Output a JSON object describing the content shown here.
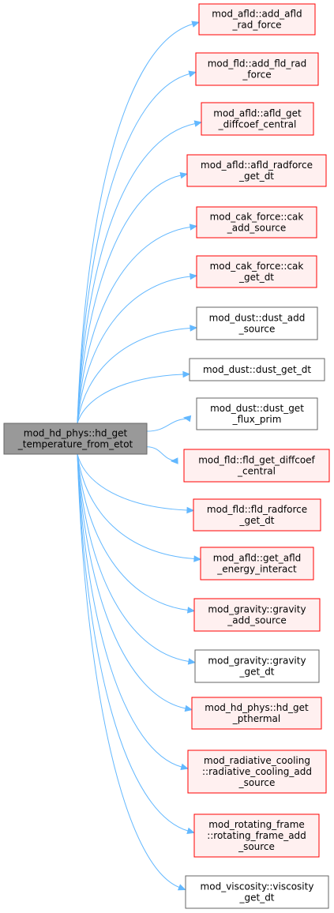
{
  "colors": {
    "edge": "#63b8ff",
    "source_fill": "#999999",
    "source_stroke": "#666666",
    "red_fill": "#fff0f0",
    "red_stroke": "#ff0000",
    "plain_fill": "#ffffff",
    "plain_stroke": "#666666"
  },
  "source": {
    "lines": [
      "mod_hd_phys::hd_get",
      "_temperature_from_etot"
    ]
  },
  "targets": [
    {
      "lines": [
        "mod_afld::add_afld",
        "_rad_force"
      ],
      "style": "red"
    },
    {
      "lines": [
        "mod_fld::add_fld_rad",
        "_force"
      ],
      "style": "red"
    },
    {
      "lines": [
        "mod_afld::afld_get",
        "_diffcoef_central"
      ],
      "style": "red"
    },
    {
      "lines": [
        "mod_afld::afld_radforce",
        "_get_dt"
      ],
      "style": "red"
    },
    {
      "lines": [
        "mod_cak_force::cak",
        "_add_source"
      ],
      "style": "red"
    },
    {
      "lines": [
        "mod_cak_force::cak",
        "_get_dt"
      ],
      "style": "red"
    },
    {
      "lines": [
        "mod_dust::dust_add",
        "_source"
      ],
      "style": "plain"
    },
    {
      "lines": [
        "mod_dust::dust_get_dt"
      ],
      "style": "plain"
    },
    {
      "lines": [
        "mod_dust::dust_get",
        "_flux_prim"
      ],
      "style": "plain"
    },
    {
      "lines": [
        "mod_fld::fld_get_diffcoef",
        "_central"
      ],
      "style": "red"
    },
    {
      "lines": [
        "mod_fld::fld_radforce",
        "_get_dt"
      ],
      "style": "red"
    },
    {
      "lines": [
        "mod_afld::get_afld",
        "_energy_interact"
      ],
      "style": "red"
    },
    {
      "lines": [
        "mod_gravity::gravity",
        "_add_source"
      ],
      "style": "red"
    },
    {
      "lines": [
        "mod_gravity::gravity",
        "_get_dt"
      ],
      "style": "plain"
    },
    {
      "lines": [
        "mod_hd_phys::hd_get",
        "_pthermal"
      ],
      "style": "red"
    },
    {
      "lines": [
        "mod_radiative_cooling",
        "::radiative_cooling_add",
        "_source"
      ],
      "style": "red"
    },
    {
      "lines": [
        "mod_rotating_frame",
        "::rotating_frame_add",
        "_source"
      ],
      "style": "red"
    },
    {
      "lines": [
        "mod_viscosity::viscosity",
        "_get_dt"
      ],
      "style": "plain"
    }
  ]
}
